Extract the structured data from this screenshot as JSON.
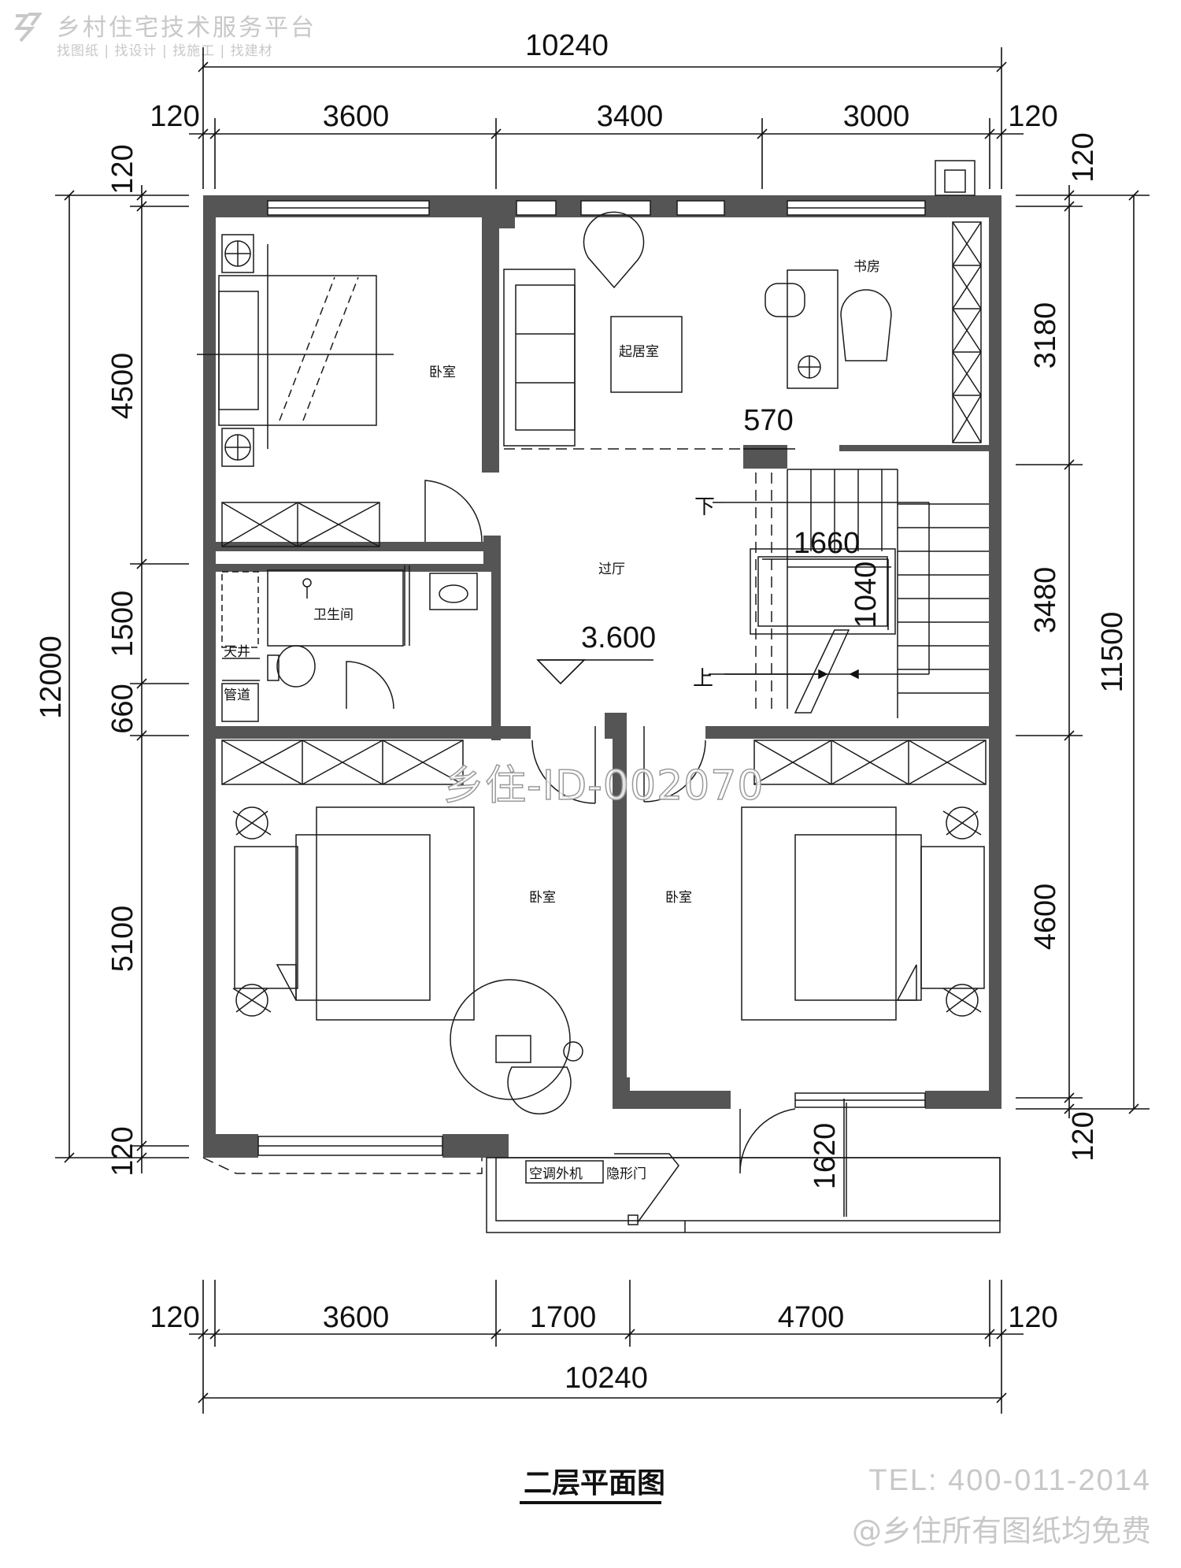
{
  "header": {
    "logo_icon": "zigzag-logo-icon",
    "title": "乡村住宅技术服务平台",
    "subtitle": "找图纸 | 找设计 | 找施工 | 找建材"
  },
  "plan": {
    "title": "二层平面图",
    "watermark_id": "乡住-ID-002070",
    "rooms": {
      "bedroom_nw": "卧室",
      "living": "起居室",
      "study": "书房",
      "hall": "过厅",
      "bathroom": "卫生间",
      "skywell": "天井",
      "duct": "管道",
      "bedroom_sw": "卧室",
      "bedroom_se": "卧室",
      "ac_unit": "空调外机",
      "hidden_door": "隐形门"
    },
    "stairs": {
      "down": "下",
      "up": "上"
    },
    "elevation": "3.600",
    "dims_top": {
      "total": "10240",
      "segs": [
        "120",
        "3600",
        "3400",
        "3000",
        "120"
      ]
    },
    "dims_bottom": {
      "total": "10240",
      "segs": [
        "120",
        "3600",
        "1700",
        "4700",
        "120"
      ]
    },
    "dims_left": {
      "total": "12000",
      "segs": [
        "120",
        "4500",
        "1500",
        "660",
        "5100",
        "120"
      ]
    },
    "dims_right": {
      "total": "11500",
      "segs": [
        "120",
        "3180",
        "3480",
        "4600",
        "120"
      ]
    },
    "dims_inner": {
      "d570": "570",
      "d1660": "1660",
      "d1040": "1040",
      "d1620": "1620"
    }
  },
  "footer": {
    "tel": "TEL: 400-011-2014",
    "notice": "@乡住所有图纸均免费"
  },
  "colors": {
    "wall": "#555555",
    "line": "#1a1a1a",
    "watermark": "#c8c8c8"
  }
}
